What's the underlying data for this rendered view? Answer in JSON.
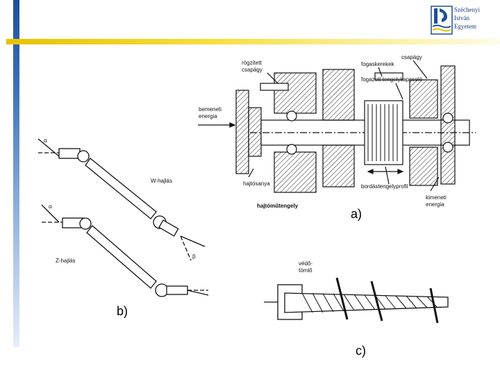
{
  "brand": {
    "lines": [
      "Széchenyi",
      "István",
      "Egyetem"
    ],
    "colors": {
      "blue": "#1e4f9b",
      "gold": "#e8c200"
    }
  },
  "figure_a": {
    "label": "a)",
    "annotations": {
      "rogzitett_1": "rögzített",
      "rogzitett_2": "csapágy",
      "fogaskerekek": "fogaskerekek",
      "csapagy": "csapágy",
      "kapcsolo": "fogazott tengelykapcsoló",
      "bemeneti_1": "bemeneti",
      "bemeneti_2": "energia",
      "hajtoanya": "hajtósanya",
      "hajtomutengely": "hajtóműtengely",
      "bordas": "bordástengelyprofil",
      "kimeneti_1": "kimeneti",
      "kimeneti_2": "energia"
    }
  },
  "figure_b": {
    "label": "b)",
    "annotations": {
      "w": "W-hajlás",
      "z": "Z-hajlás",
      "alpha": "α",
      "beta": "β"
    }
  },
  "figure_c": {
    "label": "c)",
    "annotations": {
      "vedo_1": "védő-",
      "vedo_2": "tömlő"
    }
  }
}
